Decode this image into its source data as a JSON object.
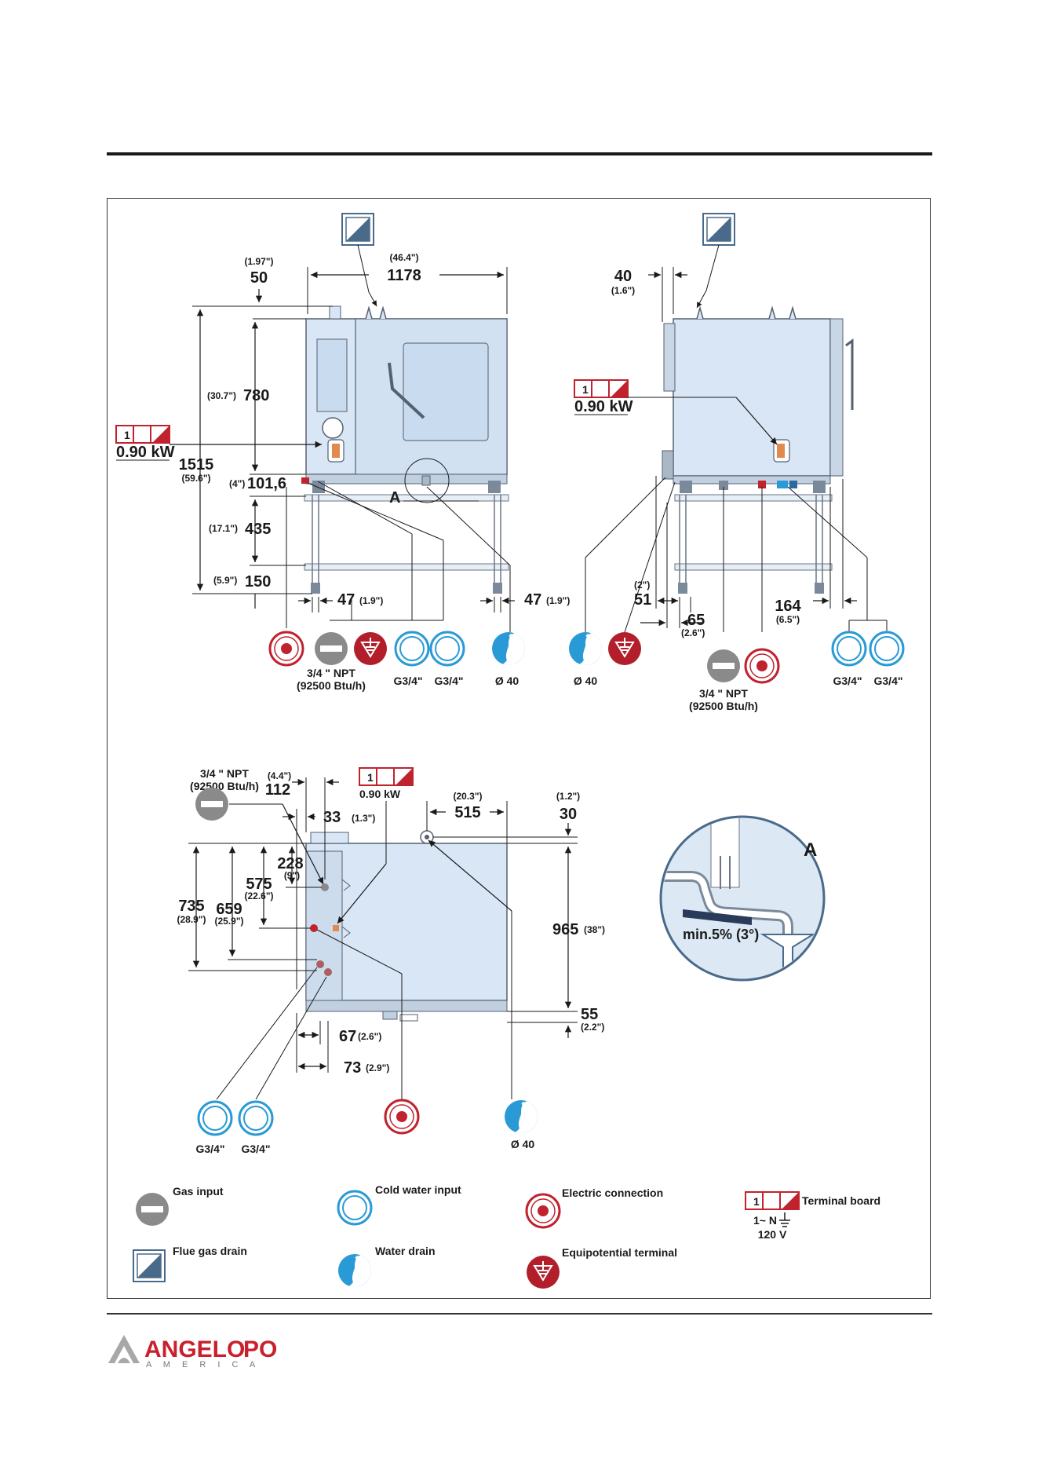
{
  "front_view": {
    "flue_symbol": "flue-gas-drain",
    "width_mm": "1178",
    "width_in": "(46.4\")",
    "top_mm": "50",
    "top_in": "(1.97\")",
    "total_h_mm": "1515",
    "total_h_in": "(59.6\")",
    "oven_h_mm": "780",
    "oven_h_in": "(30.7\")",
    "base_mm": "101,6",
    "base_in": "(4\")",
    "stand_mm": "435",
    "stand_in": "(17.1\")",
    "foot_mm": "150",
    "foot_in": "(5.9\")",
    "left_off_mm": "47",
    "left_off_in": "(1.9\")",
    "right_off_mm": "47",
    "right_off_in": "(1.9\")",
    "detail_label": "A",
    "terminal_num": "1",
    "terminal_power": "0.90 kW",
    "gas_label_1": "3/4 \" NPT",
    "gas_label_2": "(92500 Btu/h)",
    "water_1": "G3/4\"",
    "water_2": "G3/4\"",
    "drain": "Ø 40"
  },
  "side_view": {
    "top_mm": "40",
    "top_in": "(1.6\")",
    "off1_mm": "51",
    "off1_in": "(2\")",
    "off2_mm": "65",
    "off2_in": "(2.6\")",
    "right_mm": "164",
    "right_in": "(6.5\")",
    "terminal_num": "1",
    "terminal_power": "0.90 kW",
    "drain": "Ø 40",
    "gas_label_1": "3/4 \" NPT",
    "gas_label_2": "(92500 Btu/h)",
    "water_1": "G3/4\"",
    "water_2": "G3/4\""
  },
  "top_view": {
    "gas_label_1": "3/4 \" NPT",
    "gas_label_2": "(92500 Btu/h)",
    "d112_mm": "112",
    "d112_in": "(4.4\")",
    "terminal_num": "1",
    "terminal_power": "0.90 kW",
    "d33_mm": "33",
    "d33_in": "(1.3\")",
    "d515_mm": "515",
    "d515_in": "(20.3\")",
    "d30_mm": "30",
    "d30_in": "(1.2\")",
    "d228_mm": "228",
    "d228_in": "(9\")",
    "d575_mm": "575",
    "d575_in": "(22.6\")",
    "d659_mm": "659",
    "d659_in": "(25.9\")",
    "d735_mm": "735",
    "d735_in": "(28.9\")",
    "d965_mm": "965",
    "d965_in": "(38\")",
    "d55_mm": "55",
    "d55_in": "(2.2\")",
    "d67_mm": "67",
    "d67_in": "(2.6\")",
    "d73_mm": "73",
    "d73_in": "(2.9\")",
    "water_1": "G3/4\"",
    "water_2": "G3/4\"",
    "drain": "Ø 40"
  },
  "detail_a": {
    "label": "A",
    "slope": "min.5% (3°)"
  },
  "legend": {
    "gas": "Gas input",
    "cold_water": "Cold water input",
    "electric": "Electric connection",
    "terminal": "Terminal board",
    "terminal_num": "1",
    "supply_1": "1~ N",
    "supply_2": "120 V",
    "flue": "Flue gas drain",
    "drain": "Water drain",
    "equipotential": "Equipotential terminal"
  },
  "brand": {
    "name_1": "ANGELO",
    "name_2": "PO",
    "sub": "A M E R I C A"
  },
  "colors": {
    "electric": "#c0222e",
    "water": "#2a9ad6",
    "gas": "#888888",
    "oven": "#d8e6f5"
  }
}
